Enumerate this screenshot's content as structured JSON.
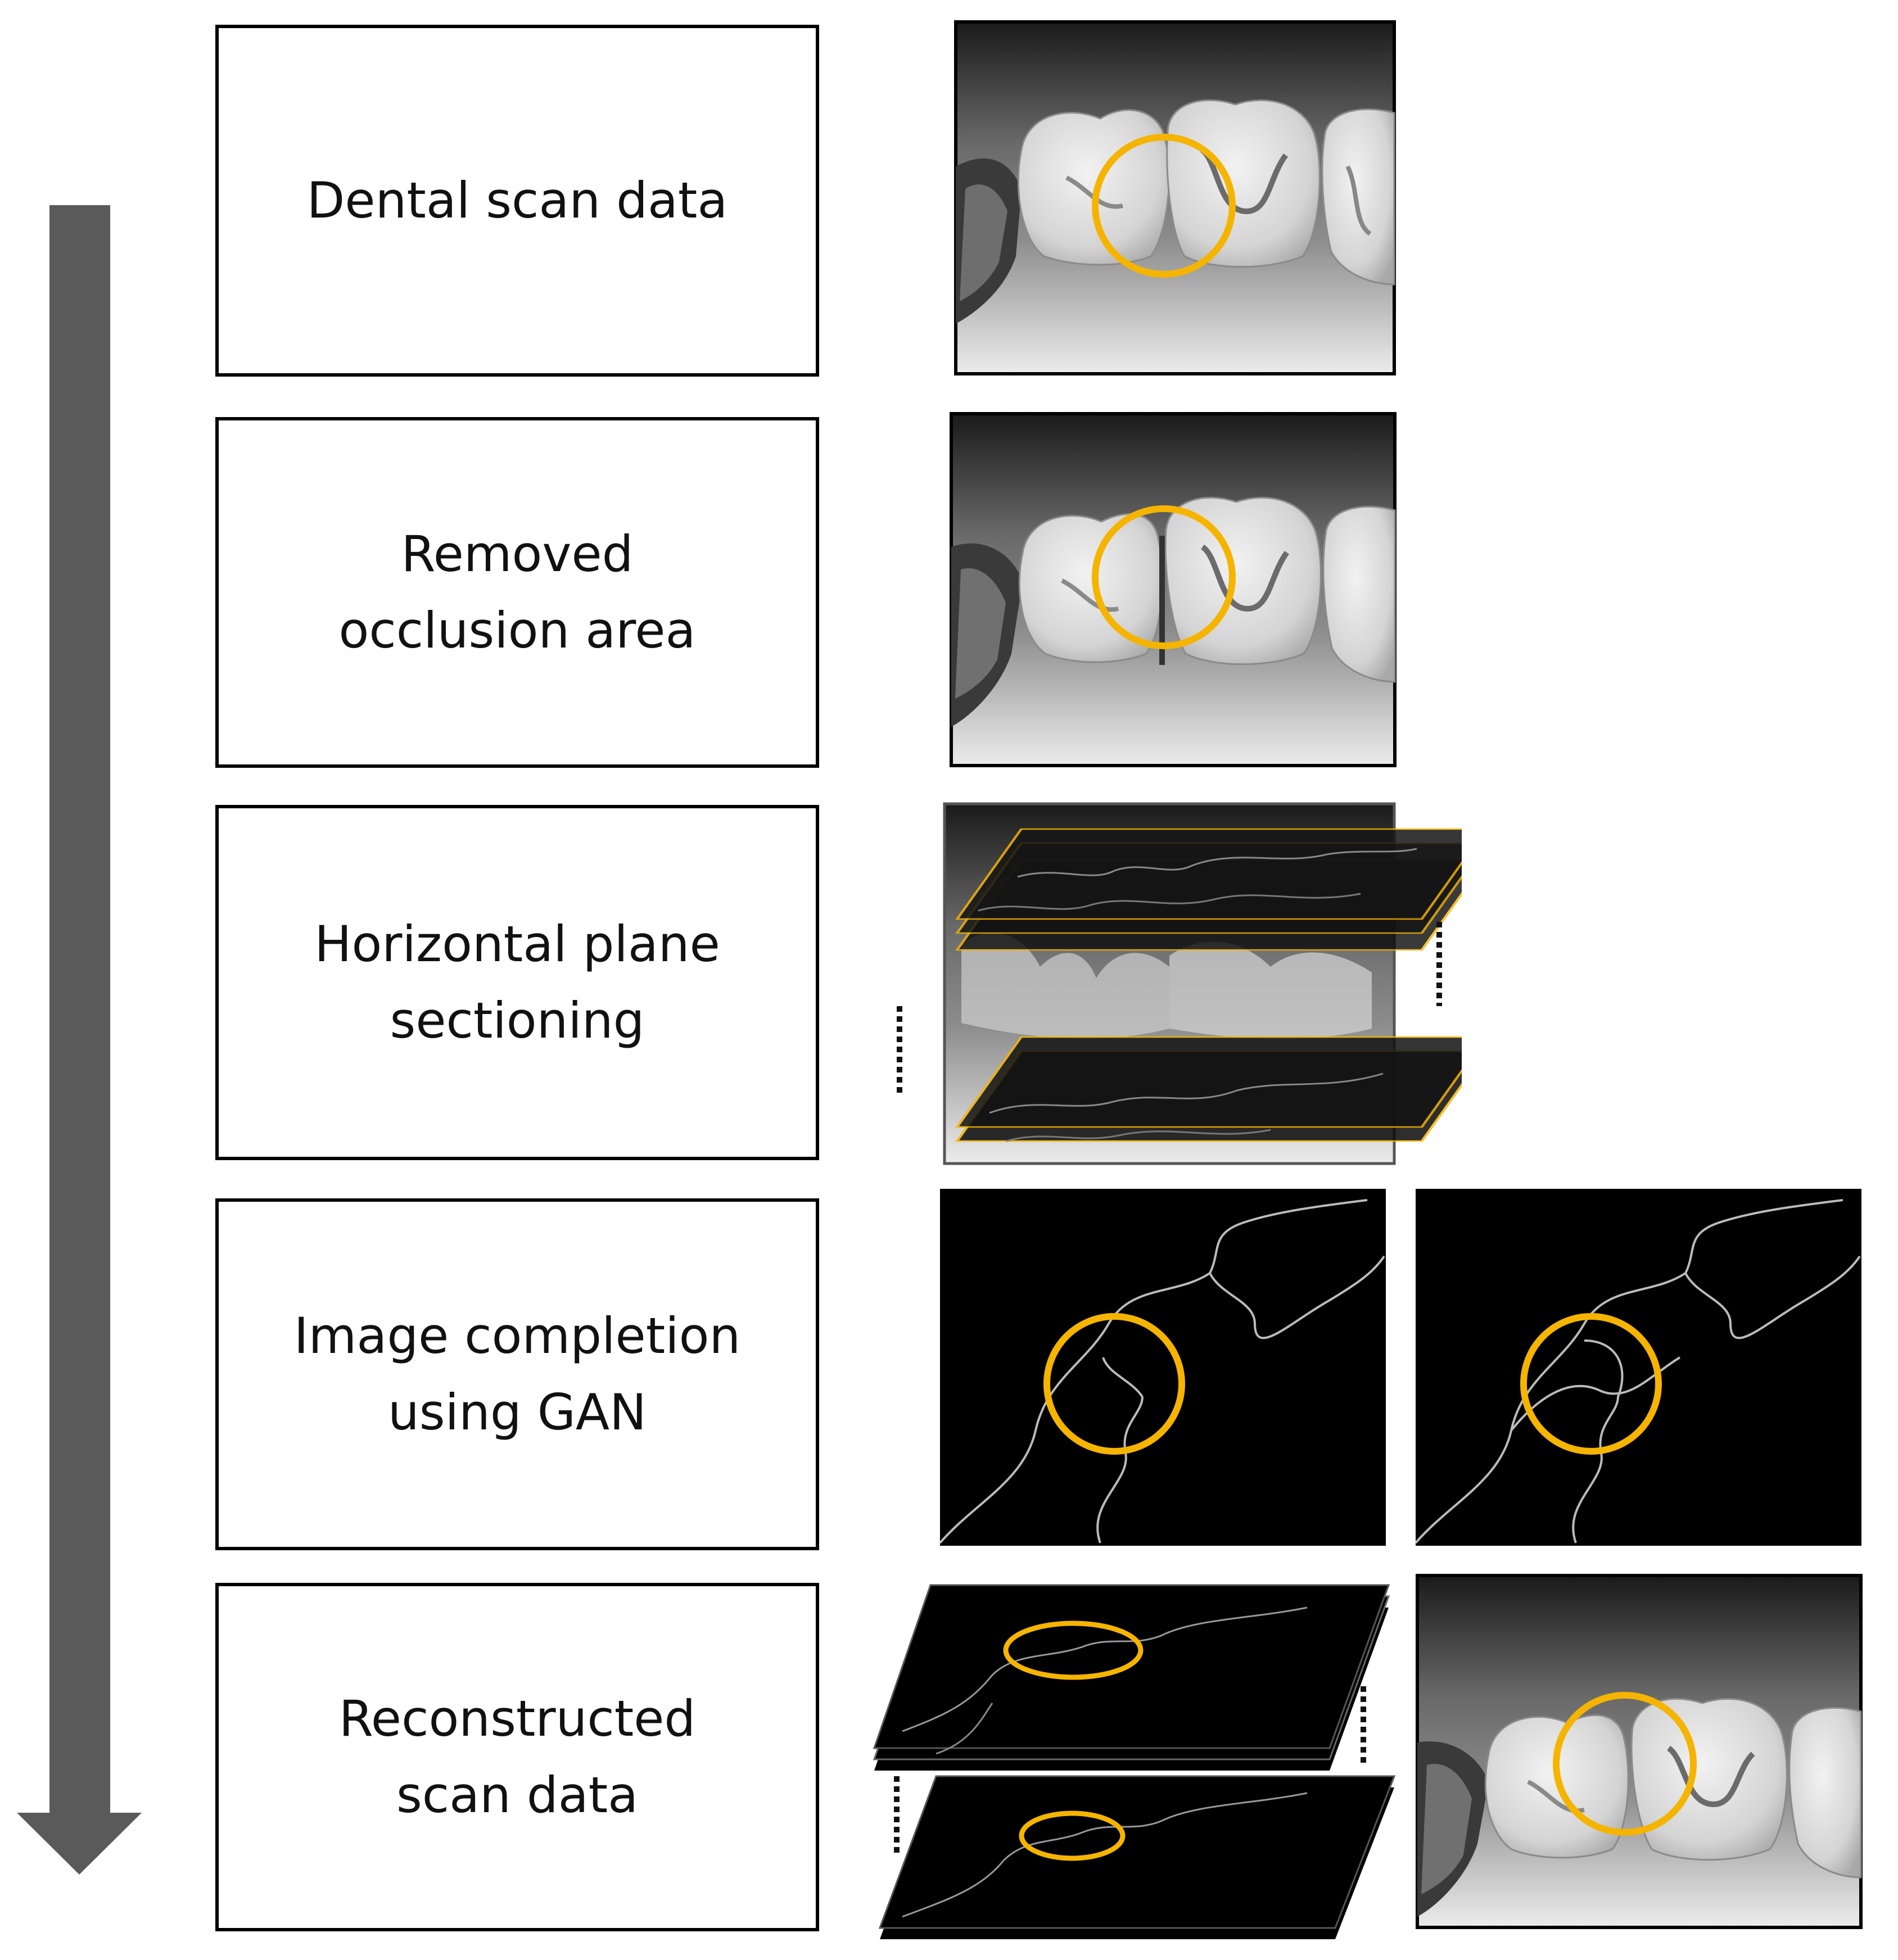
{
  "steps": [
    {
      "label": "Dental scan data"
    },
    {
      "label": "Removed\nocclusion area"
    },
    {
      "label": "Horizontal plane\nsectioning"
    },
    {
      "label": "Image completion\nusing GAN"
    },
    {
      "label": "Reconstructed\nscan data"
    }
  ],
  "colors": {
    "highlight": "#F5B400",
    "arrow": "#5A5A5A",
    "border": "#000000"
  }
}
